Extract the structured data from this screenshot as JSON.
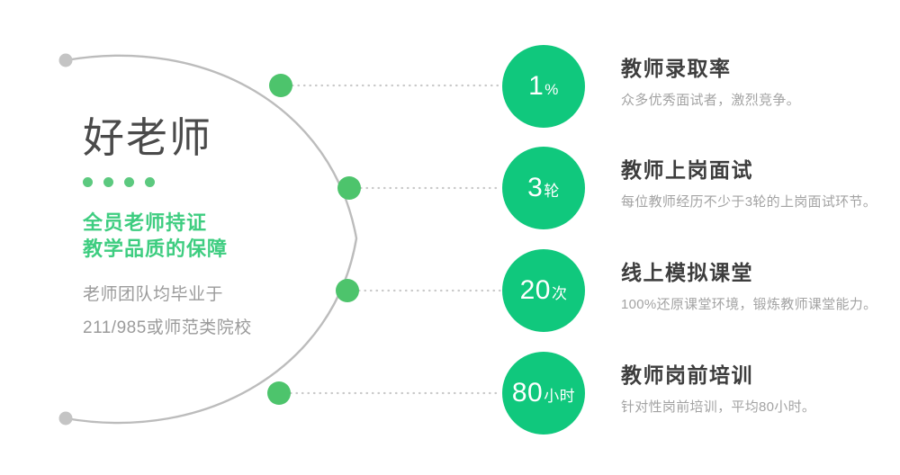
{
  "brand": {
    "title": "好老师",
    "accent_dots": 4,
    "slogan_lines": [
      "全员老师持证",
      "教学品质的保障"
    ],
    "description_lines": [
      "老师团队均毕业于",
      "211/985或师范类院校"
    ]
  },
  "colors": {
    "bubble_green": "#10c87d",
    "node_green": "#4dc46c",
    "brand_dot_green": "#5cc97f",
    "slogan_green": "#3ecd80",
    "arc_gray": "#bcbcbc",
    "end_dot_gray": "#c4c4c4",
    "dotted_gray": "#c9c9c9",
    "title_dark": "#3d3d3d",
    "subtitle_gray": "#a3a3a3",
    "brand_title_gray": "#4a4a4a",
    "description_gray": "#9b9b9b"
  },
  "items": [
    {
      "number": "1",
      "unit": "%",
      "title": "教师录取率",
      "subtitle": "众多优秀面试者，激烈竞争。"
    },
    {
      "number": "3",
      "unit": "轮",
      "title": "教师上岗面试",
      "subtitle": "每位教师经历不少于3轮的上岗面试环节。"
    },
    {
      "number": "20",
      "unit": "次",
      "title": "线上模拟课堂",
      "subtitle": "100%还原课堂环境，锻炼教师课堂能力。"
    },
    {
      "number": "80",
      "unit": "小时",
      "title": "教师岗前培训",
      "subtitle": "针对性岗前培训，平均80小时。"
    }
  ]
}
